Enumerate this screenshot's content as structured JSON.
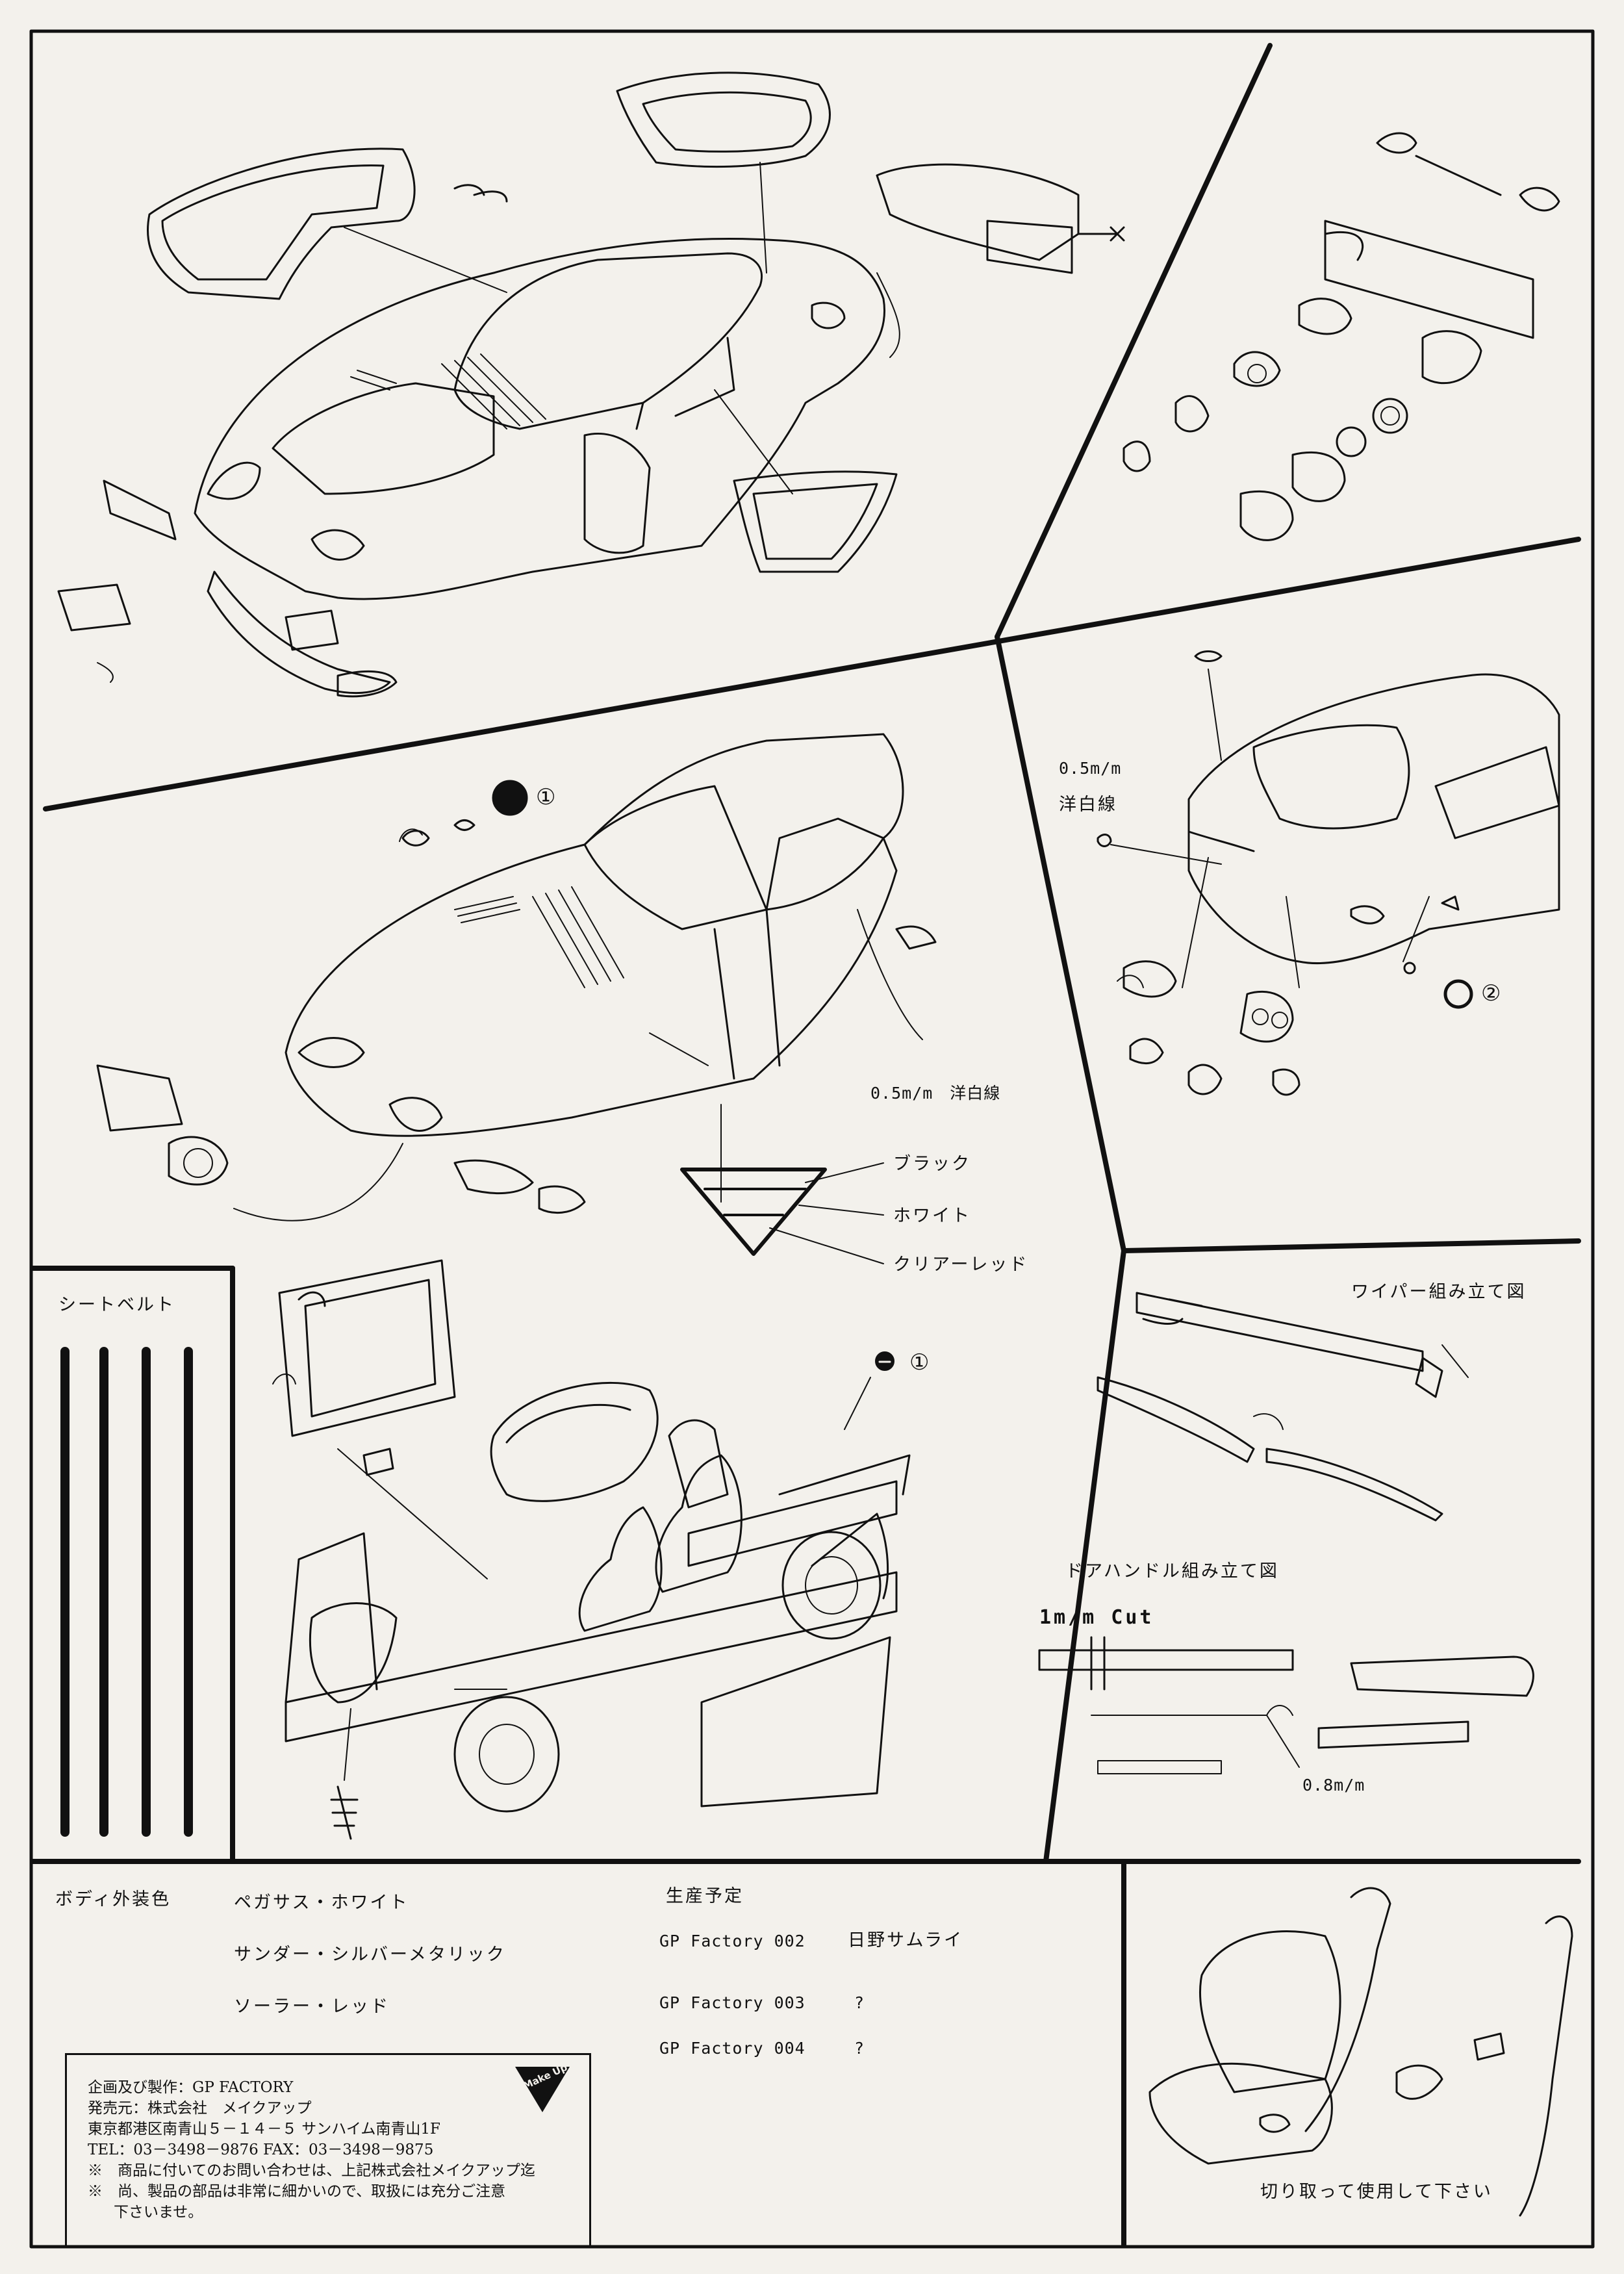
{
  "labels": {
    "wire_1": "0.5m/m",
    "wire_1_name": "洋白線",
    "wire_2": "0.5m/m　洋白線",
    "marker_1a": "①",
    "marker_1b": "①",
    "marker_2": "②",
    "decal_black": "ブラック",
    "decal_white": "ホワイト",
    "decal_clear_red": "クリアーレッド",
    "seatbelt": "シートベルト",
    "wiper_assembly": "ワイパー組み立て図",
    "door_handle_assembly": "ドアハンドル組み立て図",
    "cut_1mm": "1m/m Cut",
    "wire_08": "0.8m/m",
    "cut_out_note": "切り取って使用して下さい"
  },
  "body_colors": {
    "heading": "ボディ外装色",
    "items": [
      "ペガサス・ホワイト",
      "サンダー・シルバーメタリック",
      "ソーラー・レッド"
    ]
  },
  "production": {
    "heading": "生産予定",
    "items": [
      {
        "code": "GP Factory 002",
        "name": "日野サムライ"
      },
      {
        "code": "GP Factory 003",
        "name": "?"
      },
      {
        "code": "GP Factory 004",
        "name": "?"
      }
    ]
  },
  "credits": {
    "planning": "企画及び製作：GP FACTORY",
    "seller": "発売元：株式会社　メイクアップ",
    "address": "東京都港区南青山５－１４－５ サンハイム南青山1F",
    "phone": "TEL：03－3498－9876 FAX：03－3498－9875",
    "note_1": "※　商品に付いてのお問い合わせは、上記株式会社メイクアップ迄",
    "note_2": "※　尚、製品の部品は非常に細かいので、取扱には充分ご注意",
    "note_3": "下さいませ。",
    "logo": "Make Up"
  },
  "colors": {
    "ink": "#111111",
    "paper": "#f3f1ec"
  }
}
